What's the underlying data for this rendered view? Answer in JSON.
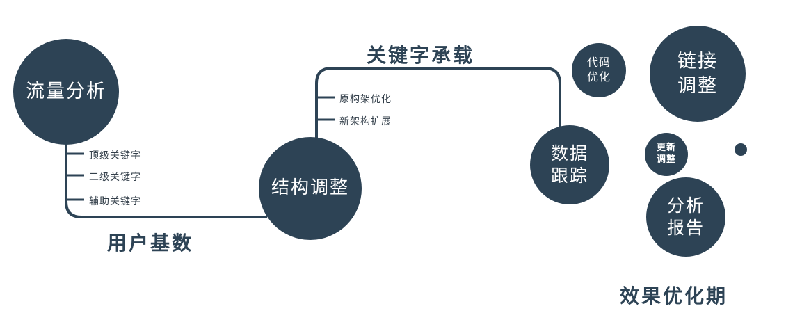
{
  "palette": {
    "primary": "#2d4355",
    "circle_text": "#ffffff",
    "background": "#ffffff"
  },
  "nodes": {
    "traffic": {
      "label": "流量分析"
    },
    "structure": {
      "label": "结构调整"
    },
    "data_tracking": {
      "line1": "数据",
      "line2": "跟踪"
    },
    "code_optimization": {
      "line1": "代码",
      "line2": "优化"
    },
    "link_adjustment": {
      "line1": "链接",
      "line2": "调整"
    },
    "update_adjustment": {
      "line1": "更新",
      "line2": "调整"
    },
    "analysis_report": {
      "line1": "分析",
      "line2": "报告"
    }
  },
  "edge_labels": {
    "user_base": "用户基数",
    "keyword_load": "关键字承载",
    "effect_phase": "效果优化期"
  },
  "ticks": {
    "traffic": [
      "顶级关键字",
      "二级关键字",
      "辅助关键字"
    ],
    "structure": [
      "原构架优化",
      "新架构扩展"
    ]
  }
}
